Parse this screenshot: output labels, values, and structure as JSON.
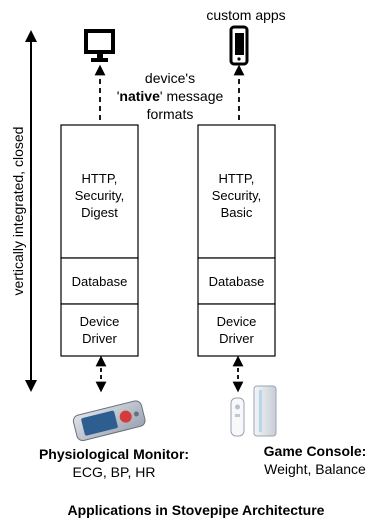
{
  "top_label": "custom apps",
  "formats_label": {
    "line1": "device's",
    "line2_quote_open": "'",
    "line2_bold": "native",
    "line2_rest": "' message",
    "line3": "formats"
  },
  "axis_label": "vertically integrated, closed",
  "stacks": [
    {
      "protocol_lines": [
        "HTTP,",
        "Security,",
        "Digest"
      ],
      "database": "Database",
      "driver_lines": [
        "Device",
        "Driver"
      ],
      "device_icon": "computer-monitor-icon",
      "hardware_icon": "physiological-monitor-icon",
      "device_title": "Physiological Monitor:",
      "device_subtitle": "ECG, BP, HR"
    },
    {
      "protocol_lines": [
        "HTTP,",
        "Security,",
        "Basic"
      ],
      "database": "Database",
      "driver_lines": [
        "Device",
        "Driver"
      ],
      "device_icon": "smartphone-icon",
      "hardware_icon": "game-console-icon",
      "device_title": "Game Console:",
      "device_subtitle": "Weight, Balance"
    }
  ],
  "caption": "Applications in Stovepipe Architecture"
}
